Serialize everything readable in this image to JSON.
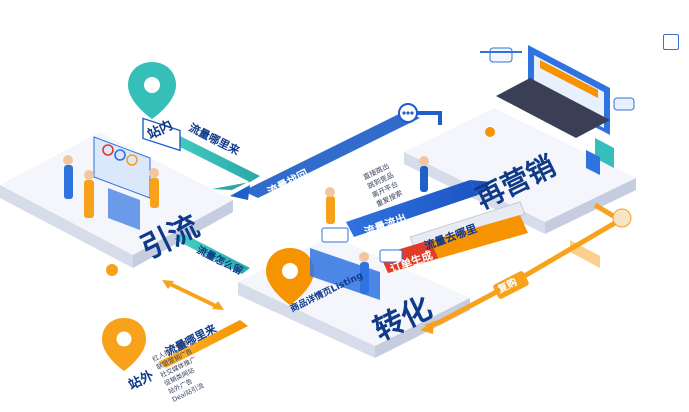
{
  "blocks": {
    "yinliu": "引流",
    "zhuanhua": "转化",
    "zaiyingxiao": "再营销"
  },
  "pins": {
    "zhannei": "站内",
    "zhanwai": "站外"
  },
  "flows": {
    "traffic_where_in": "流量哪里来",
    "traffic_where_out_bottom": "流量哪里来",
    "traffic_retain": "流量怎么留",
    "traffic_return": "流量找回",
    "traffic_outflow": "流量流出",
    "traffic_go_where": "流量去哪里",
    "order_generate": "订单生成",
    "recall": "复购",
    "product_listing": "商品详情页Listing"
  },
  "notes": {
    "outflow_list": [
      "直接跳出",
      "跳到竞品",
      "离开平台",
      "重复搜索"
    ],
    "offsite_list": [
      "红人推广营销",
      "联盟营销广告",
      "社交媒体推广",
      "促销类网站",
      "站外广告",
      "Deal站引流"
    ]
  },
  "colors": {
    "blue": "#1f5fc9",
    "dark_blue": "#0f3a8a",
    "teal": "#35bfb8",
    "orange": "#f7a21a",
    "red": "#e23b2a",
    "platform_top": "#f4f6fb",
    "platform_side": "#d7dcea"
  },
  "icons": {
    "exit": "exit-icon",
    "pin_teal": "location-pin-icon",
    "pin_orange": "location-pin-icon"
  }
}
